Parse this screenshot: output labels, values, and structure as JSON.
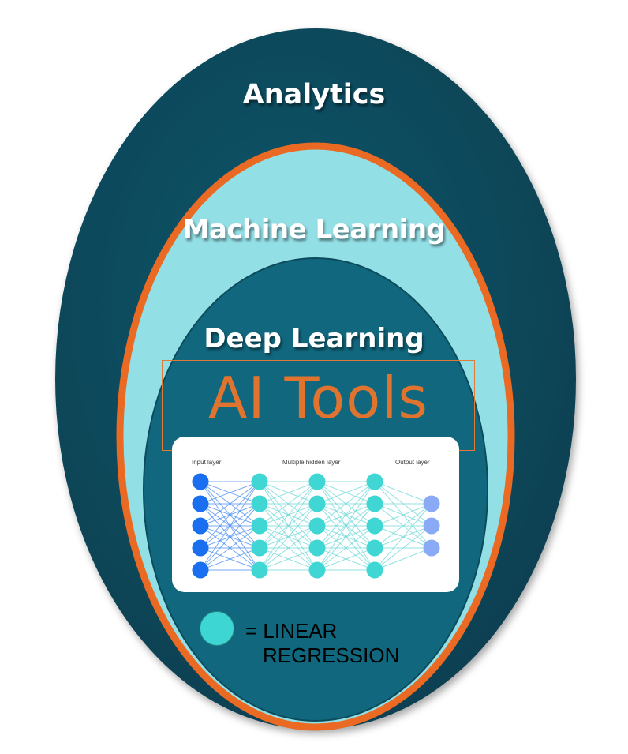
{
  "rings": {
    "outer": {
      "label": "Analytics",
      "fill": "#0e4d60"
    },
    "middle": {
      "label": "Machine Learning",
      "fill": "#93dfe6",
      "border": "#ea6a24"
    },
    "inner": {
      "label": "Deep Learning",
      "fill": "#11677d"
    }
  },
  "ai_tools": {
    "label": "AI Tools",
    "color": "#e0742f"
  },
  "network": {
    "input_label": "Input layer",
    "hidden_label": "Multiple hidden layer",
    "output_label": "Output layer",
    "layer_node_counts": [
      5,
      5,
      5,
      5,
      3
    ],
    "colors": {
      "input": "#1a6ff0",
      "hidden": "#3fd6d3",
      "output": "#8aaaf5"
    }
  },
  "legend": {
    "equals": "= LINEAR",
    "line2": "REGRESSION",
    "dot_color": "#3dd6d2"
  }
}
